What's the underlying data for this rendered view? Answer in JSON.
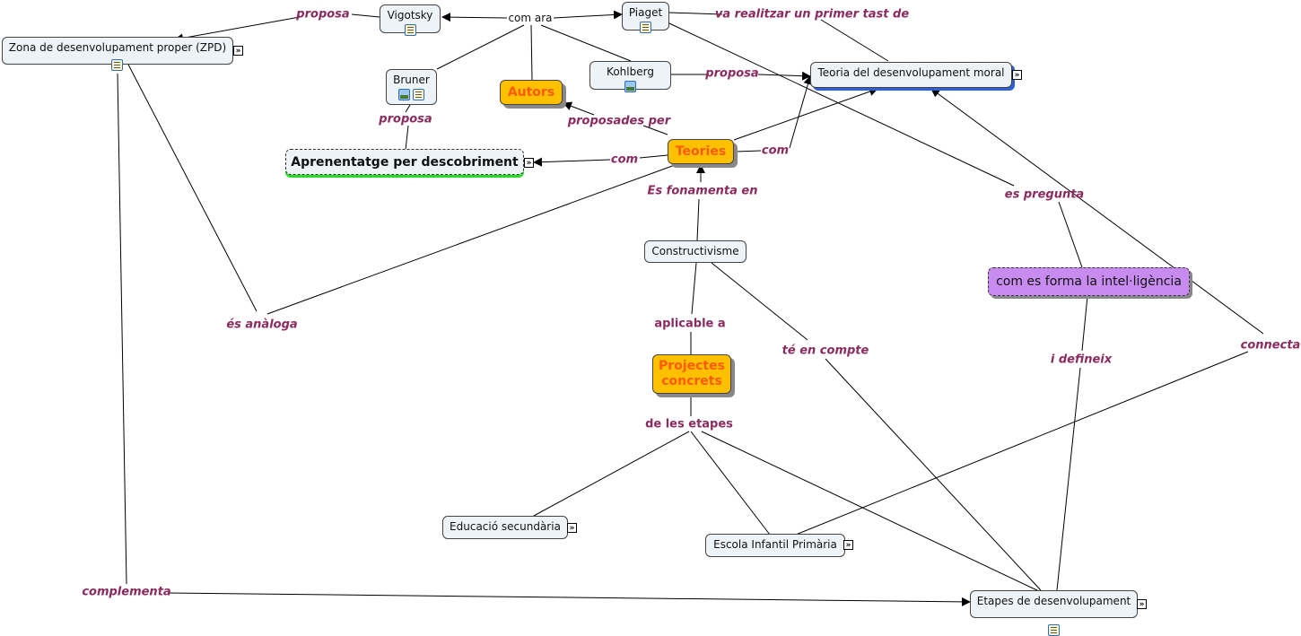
{
  "nodes": {
    "zpd": "Zona de desenvolupament proper (ZPD)",
    "vigotsky": "Vigotsky",
    "piaget": "Piaget",
    "bruner": "Bruner",
    "kohlberg": "Kohlberg",
    "autors": "Autors",
    "teoria_moral": "Teoria del desenvolupament moral",
    "aprenentatge": "Aprenentatge per descobriment",
    "teories": "Teories",
    "constructivisme": "Constructivisme",
    "intelligencia": "com es forma la intel·ligència",
    "projectes": "Projectes concrets",
    "educacio": "Educació secundària",
    "escola": "Escola Infantil Primària",
    "etapes": "Etapes de desenvolupament"
  },
  "links": {
    "proposa_vig": "proposa",
    "com_ara": "com ara",
    "primer_tast": "va realitzar un primer tast de",
    "proposa_kohl": "proposa",
    "proposa_bru": "proposa",
    "proposades_per": "proposades per",
    "com_aprenent": "com",
    "com_teoria": "com",
    "es_fonamenta": "Es fonamenta en",
    "es_pregunta": "es pregunta",
    "es_analoga": "és anàloga",
    "aplicable": "aplicable a",
    "te_en_compte": "té en compte",
    "i_defineix": "i defineix",
    "connecta": "connecta",
    "de_les_etapes": "de les etapes",
    "complementa": "complementa"
  },
  "colors": {
    "concept_bg": "#eef3f7",
    "highlight_bg": "#ffc000",
    "highlight_text": "#ff5a00",
    "link_label": "#8b2a5e",
    "purple_node": "#c88cf0",
    "green_underline": "#22dd22",
    "blue_underline": "#2c5fd8"
  }
}
